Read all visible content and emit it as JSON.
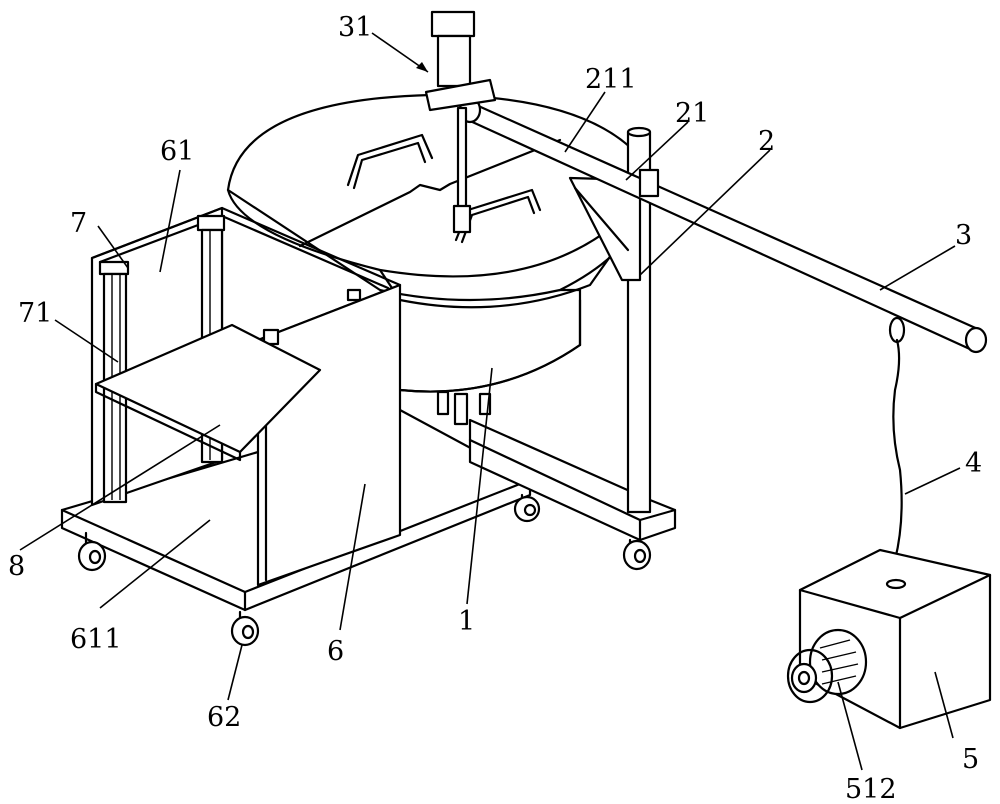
{
  "labels": {
    "l31": "31",
    "l211": "211",
    "l21": "21",
    "l2": "2",
    "l3": "3",
    "l61": "61",
    "l7": "7",
    "l71": "71",
    "l8": "8",
    "l611": "611",
    "l62": "62",
    "l6": "6",
    "l1": "1",
    "l4": "4",
    "l5": "5",
    "l512": "512"
  }
}
